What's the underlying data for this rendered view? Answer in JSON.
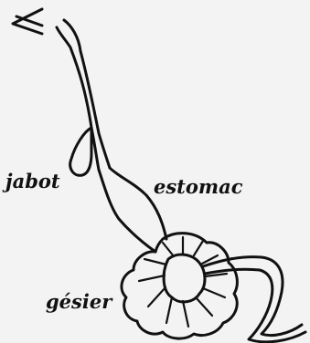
{
  "diagram": {
    "labels": {
      "jabot": "jabot",
      "estomac": "estomac",
      "gesier": "gésier"
    },
    "colors": {
      "ink": "#111111",
      "paper": "#f3f3f3"
    },
    "icons": [
      "mouth-mark-icon"
    ]
  }
}
